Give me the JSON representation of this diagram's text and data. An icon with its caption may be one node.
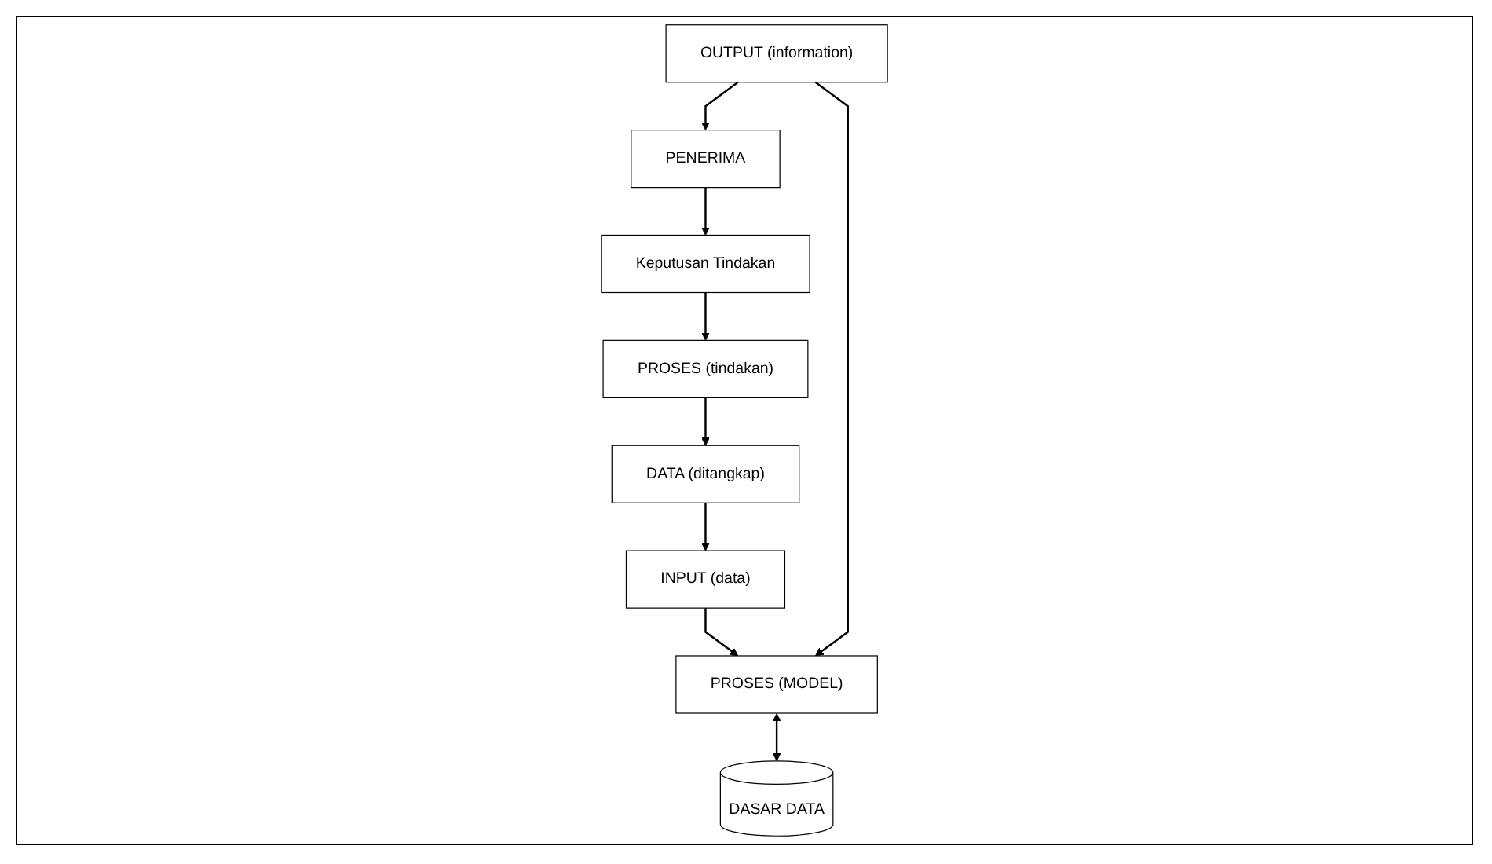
{
  "diagram": {
    "nodes": [
      {
        "text": [
          "PROSES (MODEL)"
        ]
      },
      {
        "text": [
          "INPUT (data)"
        ]
      },
      {
        "text": [
          "DASAR DATA"
        ]
      },
      {
        "text": [
          "OUTPUT (information)"
        ]
      },
      {
        "text": [
          "DATA (ditangkap)"
        ]
      },
      {
        "text": [
          "PENERIMA"
        ]
      },
      {
        "text": [
          "PROSES (tindakan)"
        ]
      },
      {
        "text": [
          "Keputusan Tindakan"
        ]
      }
    ],
    "edges": [
      {
        "from": 1,
        "to": 0,
        "arrow": "to"
      },
      {
        "from": 3,
        "to": 0,
        "arrow": "to"
      },
      {
        "from": 0,
        "to": 2,
        "arrow": "both"
      },
      {
        "from": 3,
        "to": 5,
        "arrow": "to"
      },
      {
        "from": 5,
        "to": 7,
        "arrow": "to"
      },
      {
        "from": 7,
        "to": 6,
        "arrow": "to"
      },
      {
        "from": 6,
        "to": 4,
        "arrow": "to"
      },
      {
        "from": 4,
        "to": 1,
        "arrow": "to"
      }
    ]
  }
}
